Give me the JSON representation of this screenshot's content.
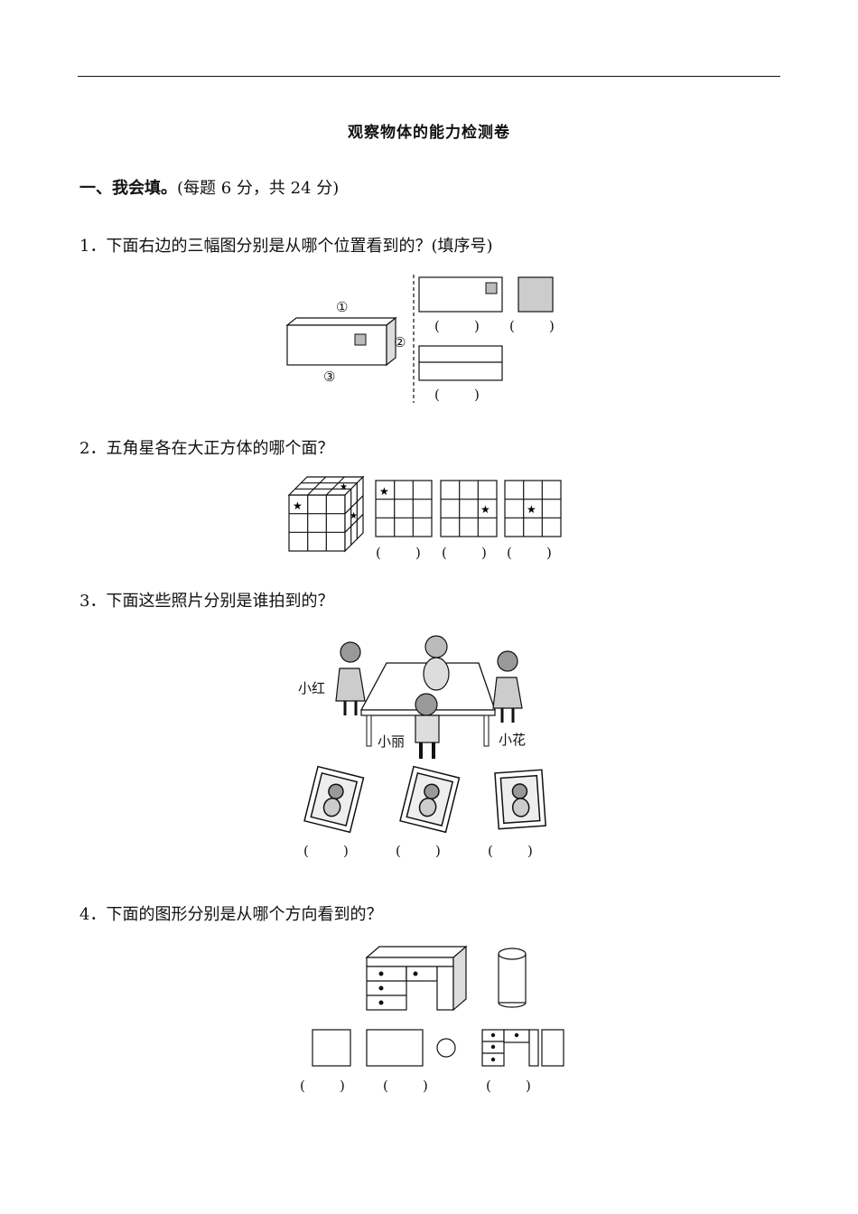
{
  "header": {
    "title": "观察物体的能力检测卷"
  },
  "section1": {
    "heading": "一、我会填。",
    "score_note": "(每题 6 分，共 24 分)"
  },
  "questions": [
    {
      "text": "1．下面右边的三幅图分别是从哪个位置看到的？(填序号)",
      "labels": [
        "①",
        "②",
        "③"
      ]
    },
    {
      "text": "2．五角星各在大正方体的哪个面？"
    },
    {
      "text": "3．下面这些照片分别是谁拍到的？",
      "names": [
        "小红",
        "小丽",
        "小花"
      ]
    },
    {
      "text": "4．下面的图形分别是从哪个方向看到的？"
    }
  ],
  "answer_blank": "(        )"
}
